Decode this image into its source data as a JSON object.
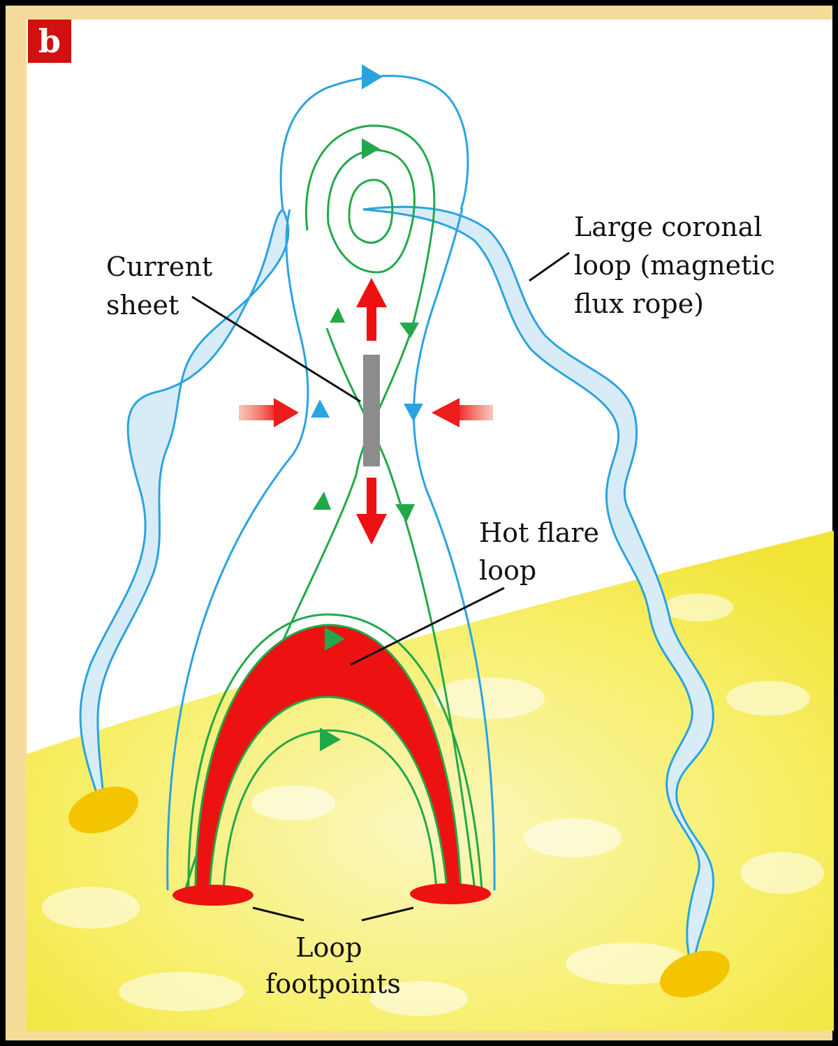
{
  "panel_label": "b",
  "labels": {
    "current_sheet": [
      "Current",
      "sheet"
    ],
    "large_coronal_loop": [
      "Large coronal",
      "loop (magnetic",
      "flux rope)"
    ],
    "hot_flare_loop": [
      "Hot flare",
      "loop"
    ],
    "loop_footpoints": [
      "Loop",
      "footpoints"
    ]
  },
  "colors": {
    "frame": "#f5dc9a",
    "sky": "#ffffff",
    "surface": "#f6ee5a",
    "field_line_blue": "#2aa3e0",
    "flux_rope_fill": "#d8ecf8",
    "field_line_green": "#22a84a",
    "flare_red": "#ee1111",
    "current_sheet_gray": "#8c8c8c",
    "footpoint_orange": "#f5c400",
    "label_badge": "#d21010"
  }
}
